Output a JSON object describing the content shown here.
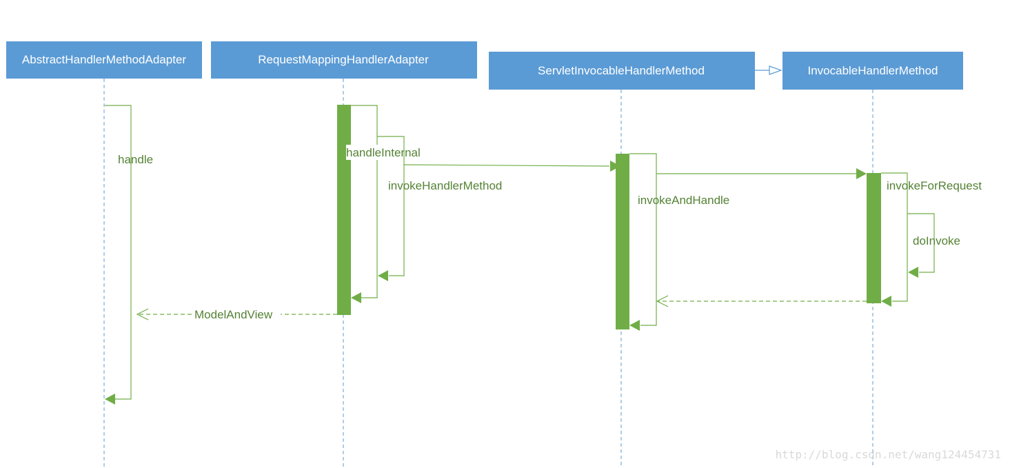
{
  "participants": [
    {
      "id": "p1",
      "name": "AbstractHandlerMethodAdapter"
    },
    {
      "id": "p2",
      "name": "RequestMappingHandlerAdapter"
    },
    {
      "id": "p3",
      "name": "ServletInvocableHandlerMethod"
    },
    {
      "id": "p4",
      "name": "InvocableHandlerMethod"
    }
  ],
  "messages": {
    "handle": "handle",
    "handle_internal": "handleInternal",
    "invoke_handler_method": "invokeHandlerMethod",
    "model_and_view": "ModelAndView",
    "invoke_and_handle": "invokeAndHandle",
    "invoke_for_request": "invokeForRequest",
    "do_invoke": "doInvoke"
  },
  "watermark": "http://blog.csdn.net/wang124454731",
  "colors": {
    "participant_fill": "#5b9bd5",
    "participant_text": "#ffffff",
    "activation": "#70ad47",
    "message_text": "#548235",
    "lifeline": "#5b9bd5"
  }
}
